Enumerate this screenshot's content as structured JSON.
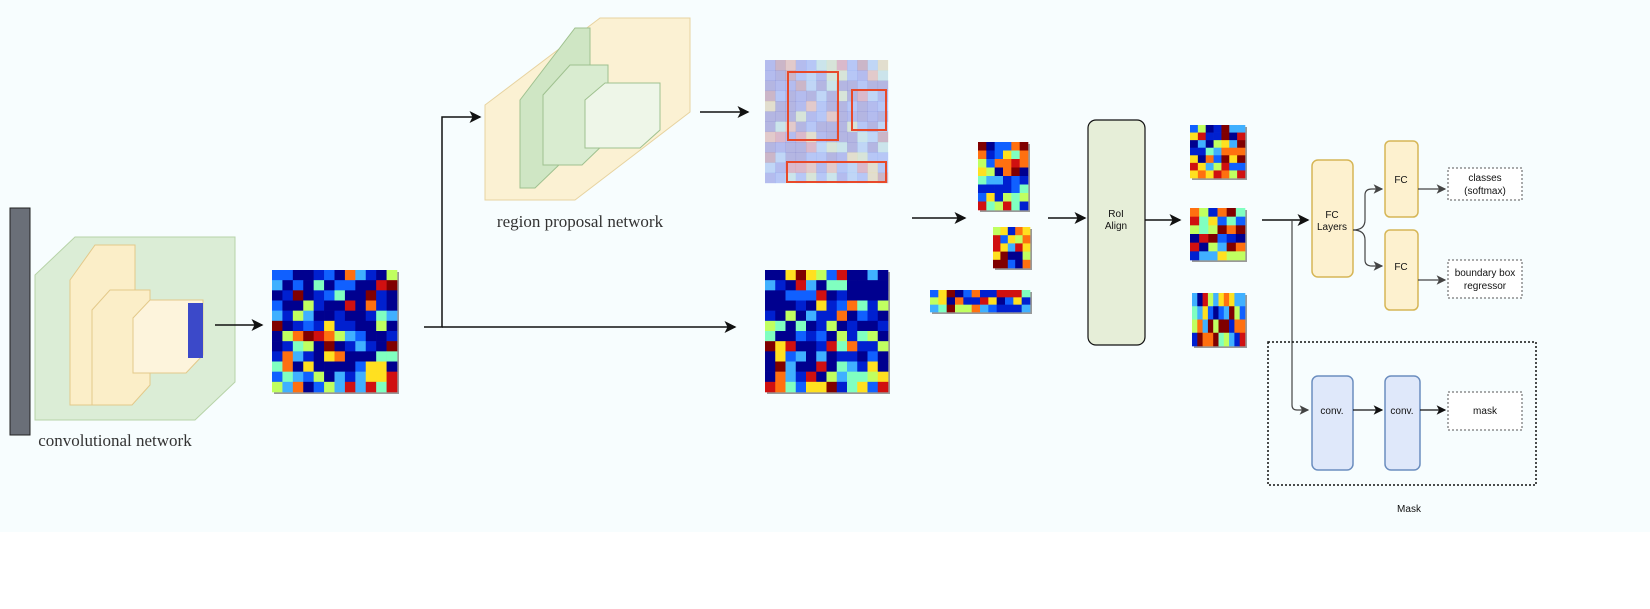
{
  "labels": {
    "conv_net": "convolutional network",
    "rpn": "region proposal network",
    "roi_align_1": "RoI",
    "roi_align_2": "Align",
    "fc_layers_1": "FC",
    "fc_layers_2": "Layers",
    "fc_top": "FC",
    "fc_bottom": "FC",
    "classes_1": "classes",
    "classes_2": "(softmax)",
    "bbox_1": "boundary box",
    "bbox_2": "regressor",
    "conv1": "conv.",
    "conv2": "conv.",
    "mask_out": "mask",
    "mask_group": "Mask"
  },
  "colors": {
    "background": "#f7fdfe",
    "fc_fill": "#fdf1cf",
    "fc_stroke": "#d6b656",
    "conv_fill": "#dfe8fa",
    "conv_stroke": "#6c8ebf",
    "roi_fill": "#e6eed8",
    "proposal_box": "#e8492a"
  }
}
